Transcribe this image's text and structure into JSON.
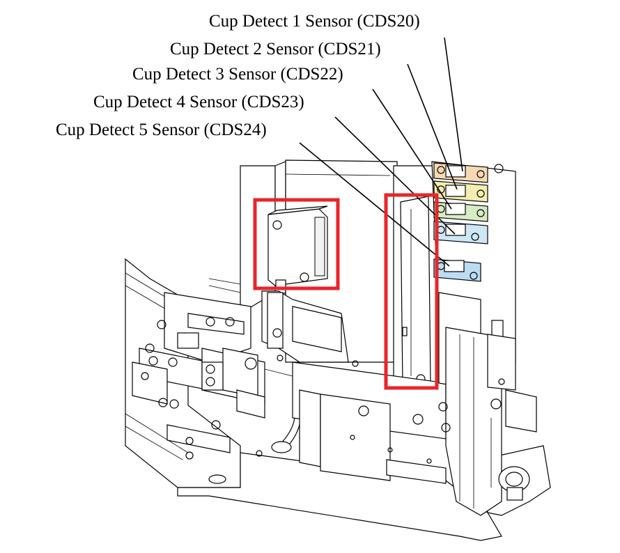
{
  "callouts": [
    {
      "id": "cds20",
      "label": "Cup Detect 1 Sensor (CDS20)",
      "color": "#f6d9b4"
    },
    {
      "id": "cds21",
      "label": "Cup Detect 2 Sensor (CDS21)",
      "color": "#f2eeb0"
    },
    {
      "id": "cds22",
      "label": "Cup Detect 3 Sensor (CDS22)",
      "color": "#d6ecc4"
    },
    {
      "id": "cds23",
      "label": "Cup Detect 4 Sensor (CDS23)",
      "color": "#cfe7f4"
    },
    {
      "id": "cds24",
      "label": "Cup Detect 5 Sensor (CDS24)",
      "color": "#bcdcf2"
    }
  ],
  "highlight_color": "#e8262a"
}
